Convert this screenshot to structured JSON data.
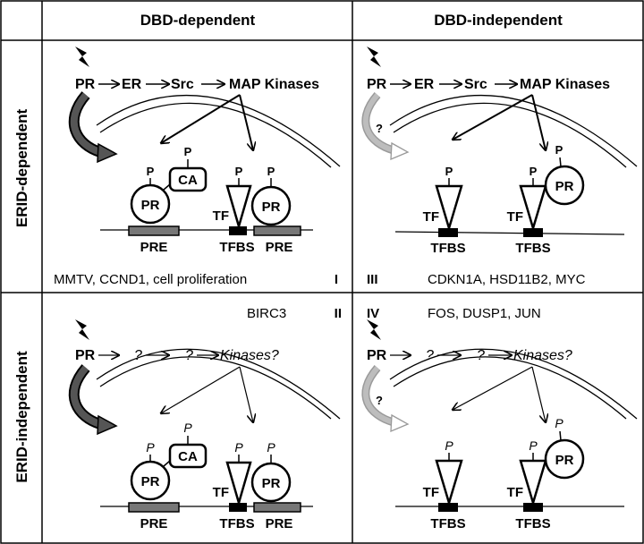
{
  "columns": {
    "left": "DBD-dependent",
    "right": "DBD-independent"
  },
  "rows": {
    "top": "ERID-dependent",
    "bottom": "ERID-independent"
  },
  "pathway": {
    "pr": "PR",
    "er": "ER",
    "src": "Src",
    "kinases": "MAP Kinases",
    "unknown": "?",
    "unknown_kinases": "Kinases?"
  },
  "elements": {
    "pr": "PR",
    "ca": "CA",
    "tf": "TF",
    "pre": "PRE",
    "tfbs": "TFBS",
    "p": "P",
    "q": "?"
  },
  "panels": {
    "I": {
      "numeral": "I",
      "genes": "MMTV, CCND1, cell proliferation"
    },
    "II": {
      "numeral": "II",
      "genes": "BIRC3"
    },
    "III": {
      "numeral": "III",
      "genes": "CDKN1A, HSD11B2, MYC"
    },
    "IV": {
      "numeral": "IV",
      "genes": "FOS, DUSP1, JUN"
    }
  },
  "colors": {
    "line": "#000000",
    "dark_arrow": "#555555",
    "light_arrow": "#bdbdbd",
    "box_fill": "#777777"
  }
}
